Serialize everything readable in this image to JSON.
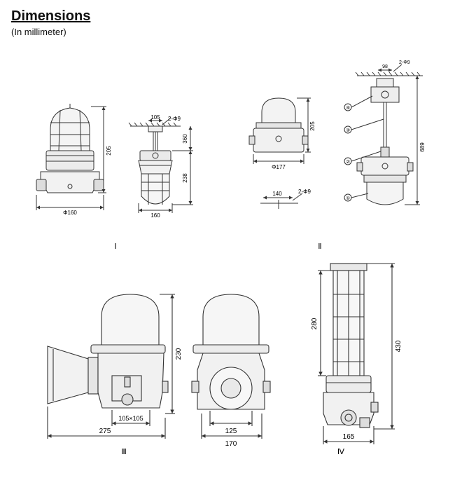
{
  "header": {
    "title": "Dimensions",
    "subtitle": "(In millimeter)"
  },
  "figures": {
    "I": {
      "label": "Ⅰ",
      "front_height": "205",
      "front_diameter": "Φ160",
      "pendant_mount_width": "105",
      "pendant_mount_holes": "2-Φ9",
      "pendant_top_height": "360",
      "pendant_lower_height": "238",
      "pendant_width": "160"
    },
    "II": {
      "label": "Ⅱ",
      "box_height": "205",
      "box_diameter": "Φ177",
      "base_width": "140",
      "base_holes": "2-Φ9",
      "pendant_mount_width": "98",
      "pendant_holes": "2-Φ9",
      "total_height": "689",
      "callouts": [
        "④",
        "③",
        "②",
        "①"
      ]
    },
    "III": {
      "label": "Ⅲ",
      "height": "230",
      "box_size": "105×105",
      "total_width": "275",
      "back_inner_width": "125",
      "back_width": "170"
    },
    "IV": {
      "label": "Ⅳ",
      "guard_height": "280",
      "total_height": "430",
      "base_width": "165"
    }
  }
}
